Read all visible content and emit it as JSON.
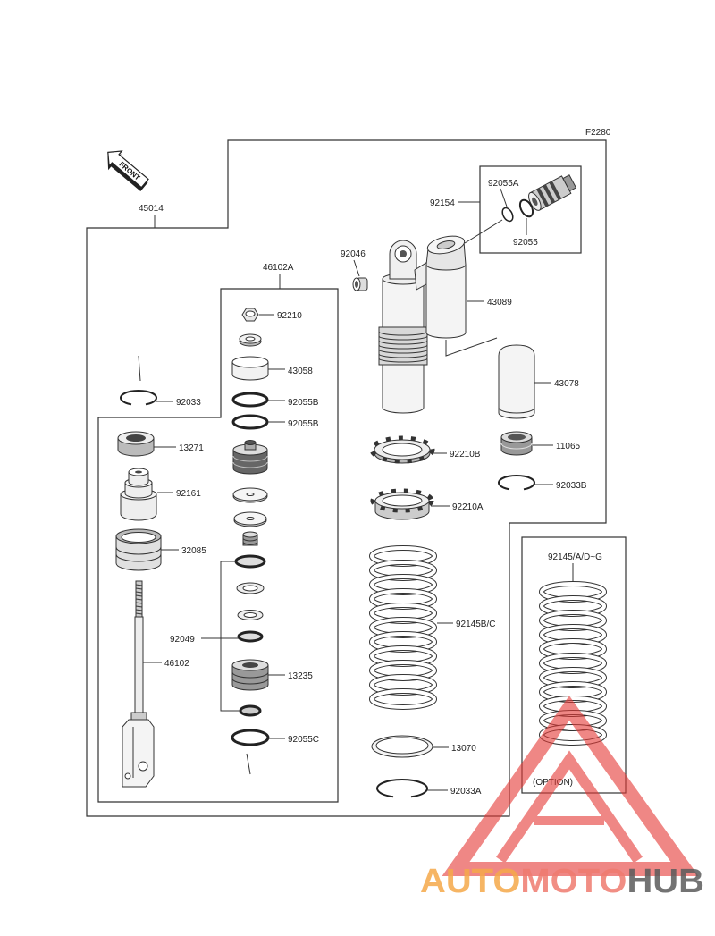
{
  "diagram": {
    "figure_code": "F2280",
    "front_label": "FRONT",
    "option_label": "(OPTION)"
  },
  "callouts": {
    "c45014": "45014",
    "c46102A": "46102A",
    "c92210": "92210",
    "c43058": "43058",
    "c92055B_upper": "92055B",
    "c92055B_lower": "92055B",
    "c92033": "92033",
    "c13271": "13271",
    "c92161": "92161",
    "c32085": "32085",
    "c92049": "92049",
    "c46102": "46102",
    "c13235": "13235",
    "c92055C": "92055C",
    "c92154": "92154",
    "c92055A": "92055A",
    "c92055": "92055",
    "c92046": "92046",
    "c43089": "43089",
    "c43078": "43078",
    "c92210B": "92210B",
    "c11065": "11065",
    "c92033B": "92033B",
    "c92210A": "92210A",
    "c92145BC": "92145B/C",
    "c92145ADG": "92145/A/D~G",
    "c13070": "13070",
    "c92033A": "92033A"
  },
  "watermark": {
    "auto": "AUTO",
    "moto": "MOTO",
    "hub": "HUB"
  },
  "colors": {
    "line": "#333333",
    "watermark_triangle": "#e53935",
    "watermark_auto": "#f5a94a",
    "watermark_moto": "#ef7b6f",
    "watermark_hub": "#5b5b5b"
  }
}
